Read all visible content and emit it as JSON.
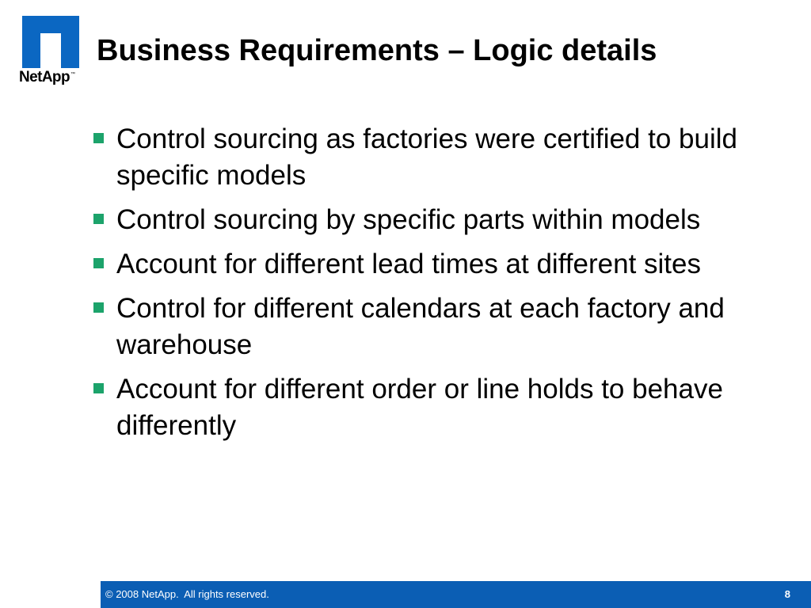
{
  "logo": {
    "text": "NetApp",
    "trademark": "™",
    "icon": "netapp-logo-icon",
    "color": "#0b67c2"
  },
  "slide": {
    "title": "Business Requirements – Logic details",
    "bullet_color": "#1ca36b",
    "bullets": [
      "Control sourcing as factories were certified to build specific models",
      "Control sourcing by specific parts within models",
      "Account for different lead times at different sites",
      "Control for different calendars at each factory and warehouse",
      "Account for different order or line holds to behave differently"
    ]
  },
  "footer": {
    "copyright": "© 2008 NetApp.  All rights reserved.",
    "page_number": "8",
    "background": "#0b5eb4"
  }
}
